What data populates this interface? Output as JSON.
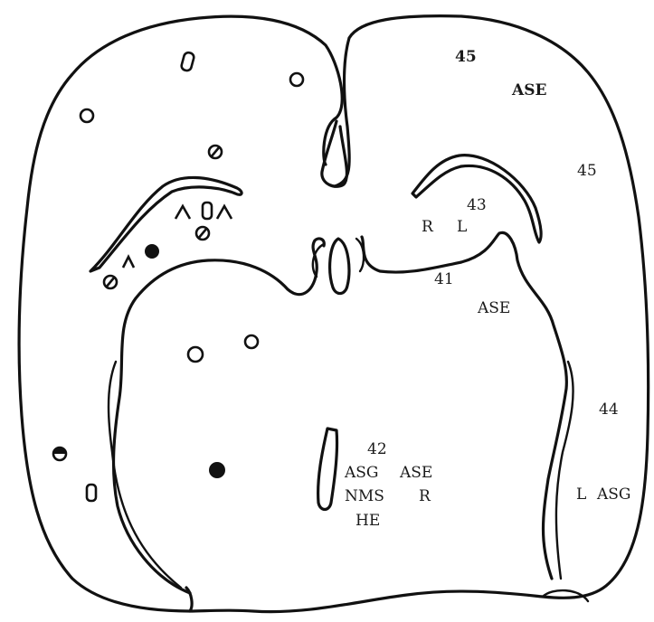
{
  "labels": {
    "n45_top": "45",
    "ase_top": "ASE",
    "n45_right": "45",
    "n43": "43",
    "r_upper": "R",
    "l_upper": "L",
    "n41": "41",
    "ase_mid": "ASE",
    "n44": "44",
    "n42": "42",
    "asg_center": "ASG",
    "ase_center": "ASE",
    "nms": "NMS",
    "r_center": "R",
    "he": "HE",
    "l_right": "L",
    "asg_right": "ASG"
  },
  "symbols": {
    "open_circle": "open-circle",
    "slashed_circle": "slashed-circle",
    "filled_circle": "filled-circle",
    "open_rectangle": "open-rectangle",
    "caret": "caret",
    "half_filled_circle": "half-filled-circle"
  },
  "colors": {
    "ink": "#111111",
    "background": "#ffffff"
  }
}
